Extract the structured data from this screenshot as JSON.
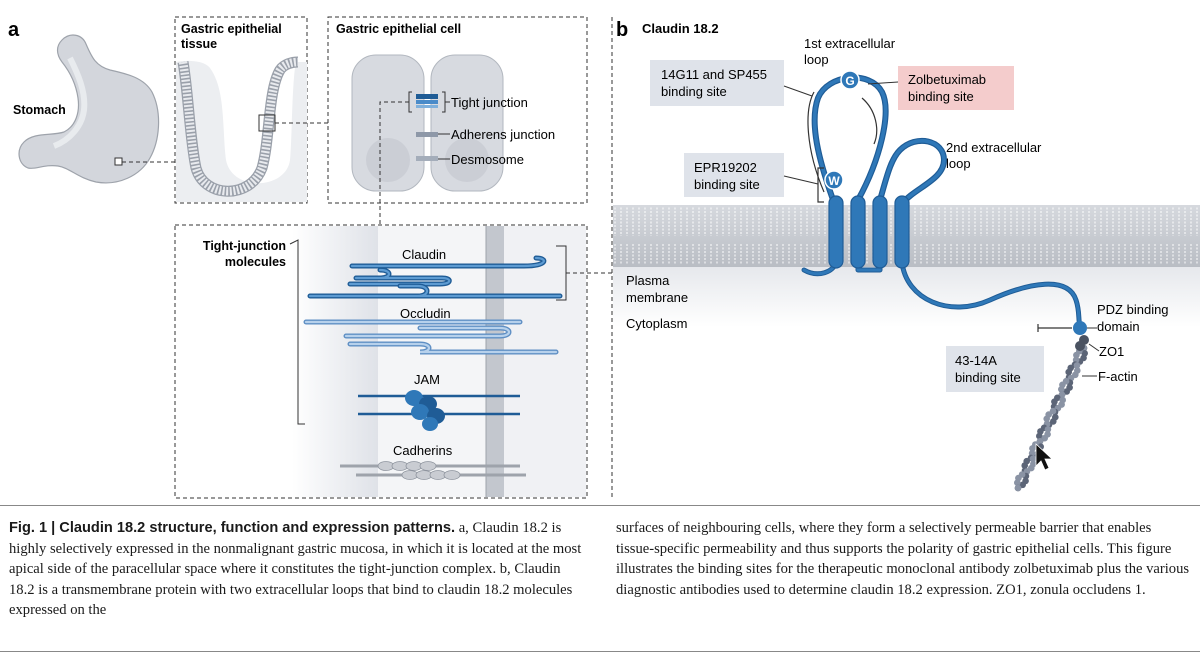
{
  "panel_a": {
    "letter": "a",
    "stomach": "Stomach",
    "tissue_title": "Gastric epithelial\ntissue",
    "cell_title": "Gastric epithelial cell",
    "tight_junction": "Tight junction",
    "adherens_junction": "Adherens junction",
    "desmosome": "Desmosome",
    "molecules_title": "Tight-junction\nmolecules",
    "claudin": "Claudin",
    "occludin": "Occludin",
    "jam": "JAM",
    "cadherins": "Cadherins"
  },
  "panel_b": {
    "letter": "b",
    "title": "Claudin 18.2",
    "loop1": "1st extracellular\nloop",
    "loop2": "2nd extracellular\nloop",
    "site_14g11": "14G11 and SP455\nbinding site",
    "site_zolbe": "Zolbetuximab\nbinding site",
    "site_epr": "EPR19202\nbinding site",
    "site_43": "43-14A\nbinding site",
    "plasma_membrane": "Plasma\nmembrane",
    "cytoplasm": "Cytoplasm",
    "pdz": "PDZ binding\ndomain",
    "zo1": "ZO1",
    "factin": "F-actin",
    "g_label": "G",
    "w_label": "W"
  },
  "colors": {
    "blue": "#2f78b8",
    "dark_blue": "#1f5c96",
    "light_blue": "#7fb0dc",
    "grey_box": "#dfe3ea",
    "pink_box": "#f4cccc",
    "membrane": "#c9ccd2",
    "actin": "#6b7486"
  },
  "caption": {
    "fig_label": "Fig. 1 | Claudin 18.2 structure, function and expression patterns.",
    "left_body": "a, Claudin 18.2 is highly selectively expressed in the nonmalignant gastric mucosa, in which it is located at the most apical side of the paracellular space where it constitutes the tight-junction complex. b, Claudin 18.2 is a transmembrane protein with two extracellular loops that bind to claudin 18.2 molecules expressed on the",
    "right_body": "surfaces of neighbouring cells, where they form a selectively permeable barrier that enables tissue-specific permeability and thus supports the polarity of gastric epithelial cells. This figure illustrates the binding sites for the therapeutic monoclonal antibody zolbetuximab plus the various diagnostic antibodies used to determine claudin 18.2 expression. ZO1, zonula occludens 1."
  }
}
